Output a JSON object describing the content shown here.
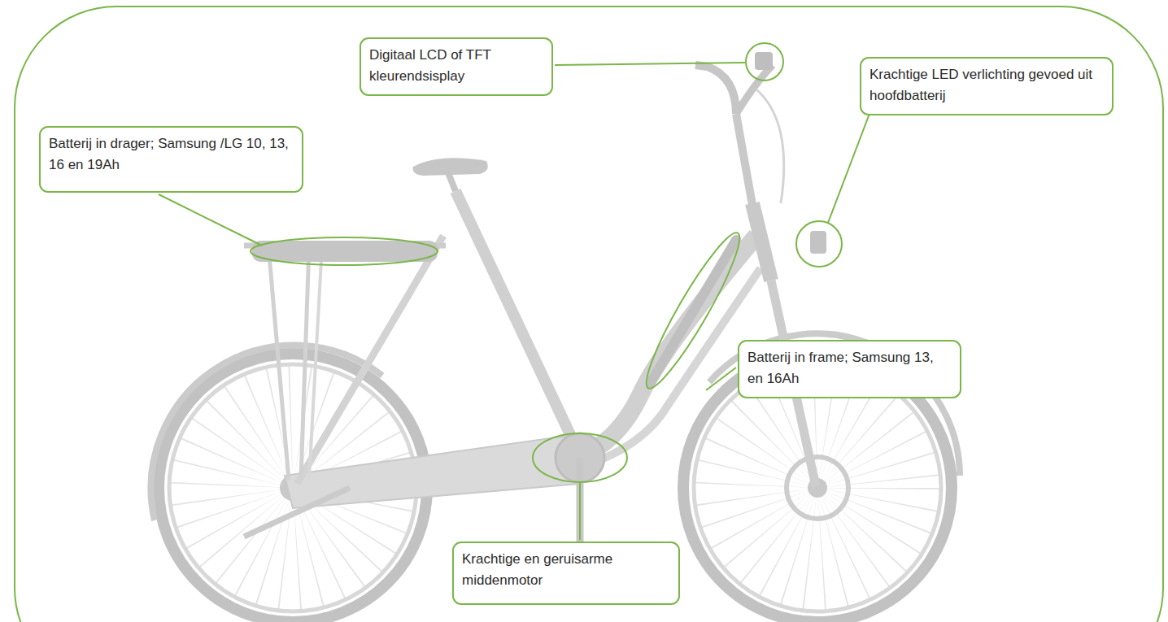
{
  "diagram": {
    "nodes": [
      {
        "text": [
          "Digitaal LCD of TFT kleurendsisplay"
        ]
      },
      {
        "text": [
          "Krachtige LED verlichting gevoed uit hoofdbatterij"
        ]
      },
      {
        "text": [
          "Batterij in drager; Samsung /LG 10, 13, 16 en 19Ah"
        ]
      },
      {
        "text": [
          "Batterij in frame; Samsung 13, en 16Ah"
        ]
      },
      {
        "text": [
          "Krachtige en geruisarme middenmotor"
        ]
      }
    ]
  }
}
